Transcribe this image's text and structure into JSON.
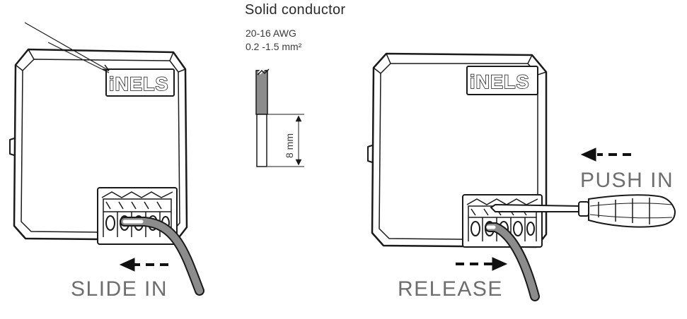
{
  "title": "Solid conductor",
  "spec": {
    "awg": "20-16 AWG",
    "mm2": "0.2 -1.5 mm²"
  },
  "strip_length": "8 mm",
  "brand": "iNELS",
  "left_action": "SLIDE IN",
  "right_actions": {
    "push": "PUSH IN",
    "release": "RELEASE"
  },
  "colors": {
    "stroke": "#1a1a1a",
    "wire": "#8c8c8c",
    "label_gray": "#6e6e6e"
  }
}
